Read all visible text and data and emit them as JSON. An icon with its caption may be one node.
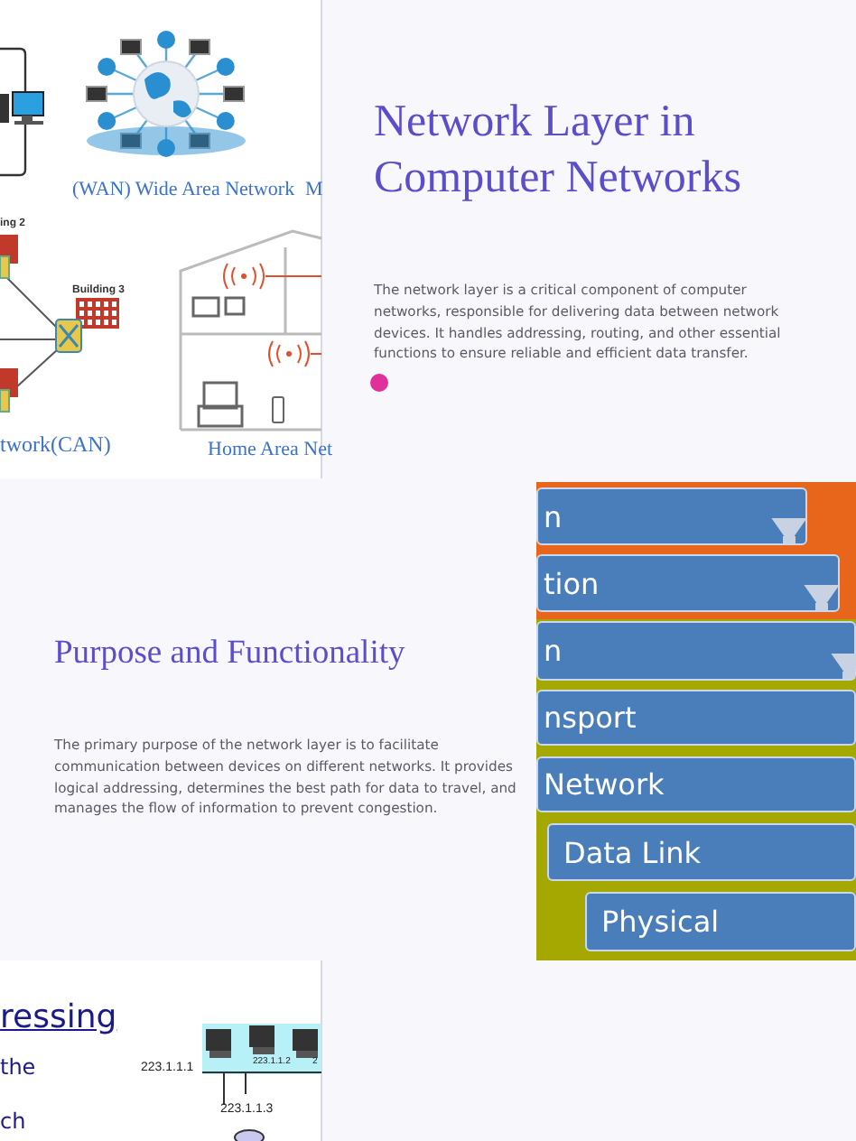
{
  "diagram": {
    "title": "Network Layer in Computer Networks",
    "nodes": [
      {
        "text": [
          "n"
        ]
      },
      {
        "text": [
          "tion"
        ]
      },
      {
        "text": [
          "n"
        ]
      },
      {
        "text": [
          "nsport"
        ]
      },
      {
        "text": [
          "Network"
        ]
      },
      {
        "text": [
          "Data Link"
        ]
      },
      {
        "text": [
          "Physical"
        ]
      }
    ],
    "edges": [
      {
        "from": 0,
        "to": 1,
        "arrow": "to"
      },
      {
        "from": 1,
        "to": 2,
        "arrow": "to"
      },
      {
        "from": 2,
        "to": 3,
        "arrow": "to"
      }
    ],
    "labels": [
      "(WAN) Wide Area Network",
      "M",
      "The network layer is a critical component of computer networks, responsible for delivering data between network devices. It handles addressing, routing, and other essential functions to ensure reliable and efficient data transfer.",
      "ing 2",
      "Building 3",
      "twork(CAN)",
      "Home Area Net",
      "Purpose and Functionality",
      "The primary purpose of the network layer is to facilitate communication between devices on different networks. It provides logical addressing, determines the best path for data to travel, and manages the flow of information to prevent congestion.",
      "ressing",
      "the",
      "223.1.1.1",
      "223.1.1.2",
      "2",
      "223.1.1.3",
      "ch"
    ]
  }
}
